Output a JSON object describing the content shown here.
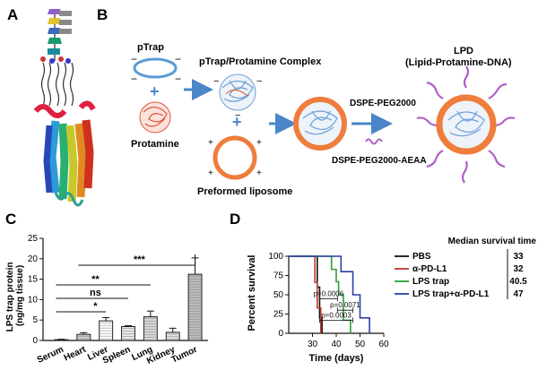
{
  "panels": {
    "A": {
      "letter": "A"
    },
    "B": {
      "letter": "B",
      "ptrap": "pTrap",
      "protamine": "Protamine",
      "complex": "pTrap/Protamine Complex",
      "liposome": "Preformed liposome",
      "peg": "DSPE-PEG2000",
      "peg_aeaa": "DSPE-PEG2000-AEAA",
      "lpd_title": "LPD",
      "lpd_sub": "(Lipid-Protamine-DNA)",
      "plus": "+",
      "minus": "−",
      "colors": {
        "arrow": "#4a86c8",
        "shell": "#ef7d3c",
        "dna": "#6a9fd8",
        "protamine": "#e0553c",
        "peg": "#b060c8"
      }
    },
    "C": {
      "letter": "C"
    },
    "D": {
      "letter": "D"
    }
  },
  "chart_data": [
    {
      "type": "bar",
      "panel": "C",
      "categories": [
        "Serum",
        "Heart",
        "Liver",
        "Spleen",
        "Lung",
        "Kidney",
        "Tumor"
      ],
      "values": [
        0.2,
        1.5,
        4.8,
        3.4,
        5.8,
        2.0,
        16.2
      ],
      "errors": [
        0.1,
        0.4,
        0.8,
        0.2,
        1.4,
        1.0,
        4.0
      ],
      "ylabel": "LPS trap protein (ng/mg tissue)",
      "ylim": [
        0,
        25
      ],
      "yticks": [
        "0",
        "5",
        "10",
        "15",
        "20",
        "25"
      ],
      "significance": [
        {
          "from": "Serum",
          "to": "Liver",
          "label": "*"
        },
        {
          "from": "Serum",
          "to": "Spleen",
          "label": "ns"
        },
        {
          "from": "Serum",
          "to": "Lung",
          "label": "**"
        },
        {
          "from": "Heart",
          "to": "Tumor",
          "label": "***"
        }
      ]
    },
    {
      "type": "line",
      "panel": "D",
      "xlabel": "Time (days)",
      "ylabel": "Percent survival",
      "xlim": [
        20,
        60
      ],
      "ylim": [
        0,
        100
      ],
      "xticks": [
        "30",
        "40",
        "50",
        "60"
      ],
      "yticks": [
        "0",
        "25",
        "50",
        "75",
        "100"
      ],
      "legend_title": "Median survival time",
      "series": [
        {
          "name": "PBS",
          "median": "33",
          "color": "#111111",
          "x": [
            20,
            32,
            32,
            33,
            33,
            34,
            34
          ],
          "y": [
            100,
            100,
            60,
            60,
            20,
            20,
            0
          ]
        },
        {
          "name": "α-PD-L1",
          "median": "32",
          "color": "#c0392b",
          "x": [
            20,
            31,
            31,
            32,
            32,
            33.5,
            33.5
          ],
          "y": [
            100,
            100,
            66,
            66,
            33,
            33,
            0
          ]
        },
        {
          "name": "LPS trap",
          "median": "40.5",
          "color": "#2e9e3a",
          "x": [
            20,
            38,
            38,
            40,
            40,
            41,
            41,
            43,
            43,
            46,
            46
          ],
          "y": [
            100,
            100,
            83,
            83,
            67,
            67,
            50,
            50,
            17,
            17,
            0
          ]
        },
        {
          "name": "LPS trap+α-PD-L1",
          "median": "47",
          "color": "#2b3fa8",
          "x": [
            20,
            42,
            42,
            47,
            47,
            50,
            50,
            54,
            54
          ],
          "y": [
            100,
            100,
            80,
            80,
            50,
            50,
            20,
            20,
            0
          ]
        }
      ],
      "comparisons": [
        {
          "label": "p=0.0006",
          "x1": 33,
          "x2": 40.5,
          "y": 45
        },
        {
          "label": "p=0.0071",
          "x1": 40.5,
          "x2": 47,
          "y": 30
        },
        {
          "label": "p=0.0003",
          "x1": 33,
          "x2": 47,
          "y": 17
        }
      ]
    }
  ]
}
